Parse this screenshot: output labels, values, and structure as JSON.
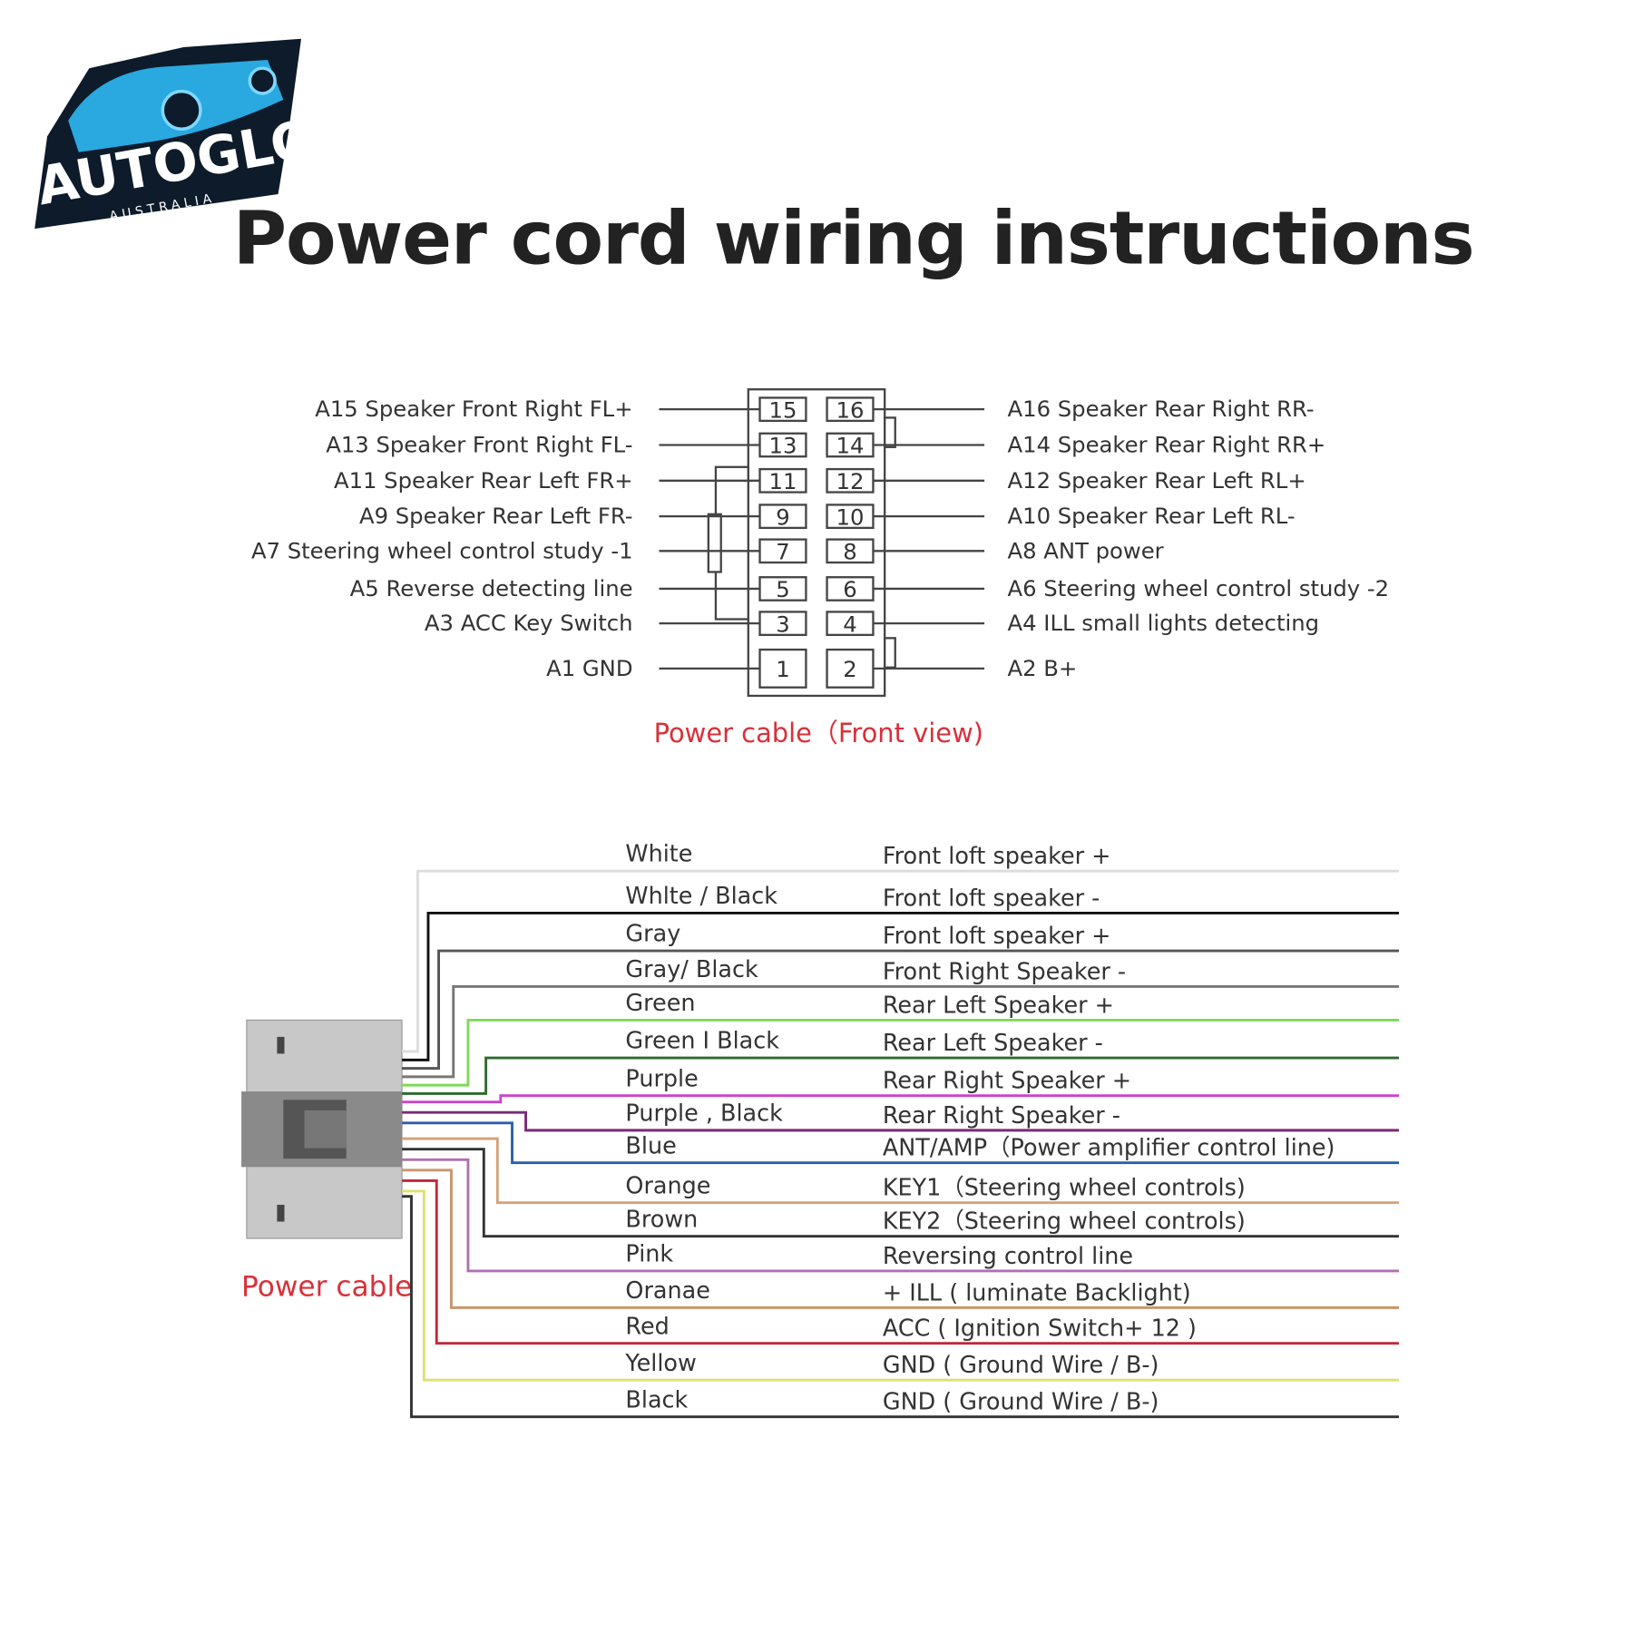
{
  "logo": {
    "brand": "AUTOGLO",
    "sub": "AUSTRALIA"
  },
  "title": "Power cord wiring instructions",
  "front_view": {
    "caption": "Power cable（Front view)",
    "left_pins": [
      {
        "pin": "15",
        "label": "A15 Speaker Front Right FL+"
      },
      {
        "pin": "13",
        "label": "A13 Speaker Front Right FL-"
      },
      {
        "pin": "11",
        "label": "A11 Speaker Rear Left FR+"
      },
      {
        "pin": "9",
        "label": "A9 Speaker Rear Left FR-"
      },
      {
        "pin": "7",
        "label": "A7 Steering wheel control study -1"
      },
      {
        "pin": "5",
        "label": "A5 Reverse detecting line"
      },
      {
        "pin": "3",
        "label": "A3 ACC Key Switch"
      },
      {
        "pin": "1",
        "label": "A1 GND"
      }
    ],
    "right_pins": [
      {
        "pin": "16",
        "label": "A16 Speaker Rear Right RR-"
      },
      {
        "pin": "14",
        "label": "A14 Speaker Rear Right RR+"
      },
      {
        "pin": "12",
        "label": "A12 Speaker Rear Left RL+"
      },
      {
        "pin": "10",
        "label": "A10 Speaker Rear Left RL-"
      },
      {
        "pin": "8",
        "label": "A8 ANT power"
      },
      {
        "pin": "6",
        "label": "A6 Steering wheel control study -2"
      },
      {
        "pin": "4",
        "label": "A4 ILL small lights detecting"
      },
      {
        "pin": "2",
        "label": "A2 B+"
      }
    ]
  },
  "harness": {
    "caption": "Power cable",
    "wires": [
      {
        "color_name": "White",
        "function": "Front loft speaker +",
        "color": "#dddddd"
      },
      {
        "color_name": "Whlte / Black",
        "function": "Front loft speaker -",
        "color": "#111111"
      },
      {
        "color_name": "Gray",
        "function": "Front loft speaker +",
        "color": "#555555"
      },
      {
        "color_name": "Gray/ Black",
        "function": "Front Right Speaker -",
        "color": "#777777"
      },
      {
        "color_name": "Green",
        "function": "Rear Left Speaker +",
        "color": "#7ed957"
      },
      {
        "color_name": "Green I Black",
        "function": "Rear Left Speaker -",
        "color": "#2e6b2e"
      },
      {
        "color_name": "Purple",
        "function": "Rear Right Speaker +",
        "color": "#cc44cc"
      },
      {
        "color_name": "Purple , Black",
        "function": "Rear Right Speaker -",
        "color": "#7a2a7a"
      },
      {
        "color_name": "Blue",
        "function": "ANT/AMP（Power amplifier control line)",
        "color": "#2a5fa8"
      },
      {
        "color_name": "Orange",
        "function": "KEY1（Steering wheel controls)",
        "color": "#d4a37a"
      },
      {
        "color_name": "Brown",
        "function": "KEY2（Steering wheel controls)",
        "color": "#333333"
      },
      {
        "color_name": "Pink",
        "function": "Reversing control line",
        "color": "#b070b0"
      },
      {
        "color_name": "Oranae",
        "function": "+ ILL ( luminate Backlight)",
        "color": "#c9956a"
      },
      {
        "color_name": "Red",
        "function": "ACC ( Ignition Switch+ 12 )",
        "color": "#c0283a"
      },
      {
        "color_name": "Yellow",
        "function": "GND ( Ground Wire / B-)",
        "color": "#e0e070"
      },
      {
        "color_name": "Black",
        "function": "GND ( Ground Wire / B-)",
        "color": "#333333"
      }
    ]
  },
  "accent_red": "#d9303a"
}
